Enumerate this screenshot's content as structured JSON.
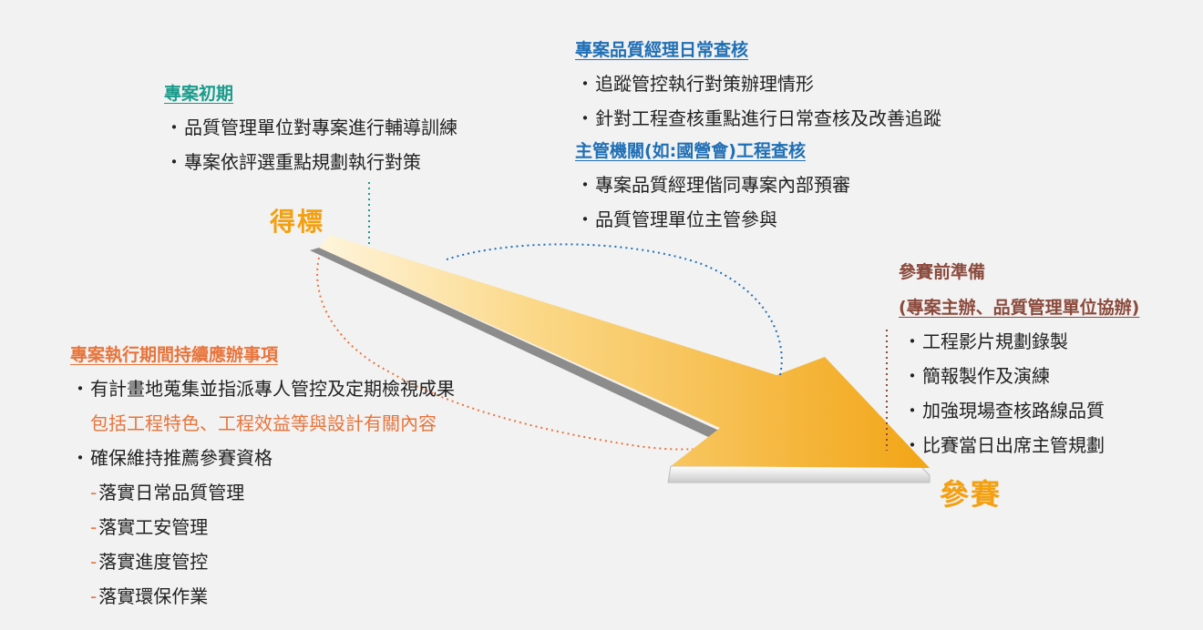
{
  "start_label": "得標",
  "end_label": "參賽",
  "colors": {
    "green": "#1a9b8b",
    "blue": "#1f6fb5",
    "orange": "#e8743b",
    "brown": "#8b4a3c",
    "gold": "#f3a012"
  },
  "initial": {
    "heading": "專案初期",
    "bullet_char": "・",
    "items": [
      "品質管理單位對專案進行輔導訓練",
      "專案依評選重點規劃執行對策"
    ]
  },
  "daily": {
    "heading": "專案品質經理日常查核",
    "items": [
      "追蹤管控執行對策辦理情形",
      "針對工程查核重點進行日常查核及改善追蹤"
    ]
  },
  "agency": {
    "heading": "主管機關(如:國營會)工程查核",
    "items": [
      "專案品質經理偕同專案內部預審",
      "品質管理單位主管參與"
    ]
  },
  "execution": {
    "heading": "專案執行期間持續應辦事項",
    "item1": "有計畫地蒐集並指派專人管控及定期檢視成果",
    "item1_note": "包括工程特色、工程效益等與設計有關內容",
    "item2": "確保維持推薦參賽資格",
    "dash": "-",
    "subitems": [
      "落實日常品質管理",
      "落實工安管理",
      "落實進度管控",
      "落實環保作業"
    ]
  },
  "prep": {
    "heading1": "參賽前準備",
    "heading2": "(專案主辦、品質管理單位協辦)",
    "items": [
      "工程影片規劃錄製",
      "簡報製作及演練",
      "加強現場查核路線品質",
      "比賽當日出席主管規劃"
    ]
  }
}
